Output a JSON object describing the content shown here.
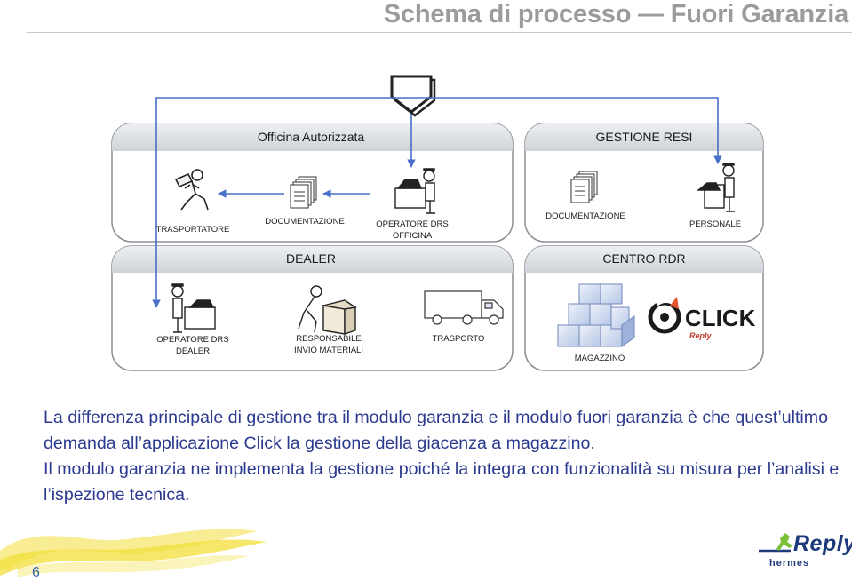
{
  "slide": {
    "title": "Schema di processo — Fuori Garanzia",
    "page_number": "6"
  },
  "diagram": {
    "panels": {
      "officina": "Officina Autorizzata",
      "gestione_resi": "GESTIONE RESI",
      "dealer": "DEALER",
      "centro_rdr": "CENTRO RDR"
    },
    "nodes": {
      "trasportatore": "TRASPORTATORE",
      "documentazione_officina": "DOCUMENTAZIONE",
      "operatore_officina_1": "OPERATORE DRS",
      "operatore_officina_2": "OFFICINA",
      "documentazione_resi": "DOCUMENTAZIONE",
      "personale": "PERSONALE",
      "operatore_dealer_1": "OPERATORE DRS",
      "operatore_dealer_2": "DEALER",
      "responsabile_1": "RESPONSABILE",
      "responsabile_2": "INVIO MATERIALI",
      "trasporto": "TRASPORTO",
      "magazzino": "MAGAZZINO"
    },
    "click_logo": {
      "text": "CLICK",
      "sub": "Reply"
    }
  },
  "body": {
    "line1": "La differenza principale di gestione tra il modulo garanzia e il modulo fuori garanzia è che quest’ultimo demanda all’applicazione Click la gestione della giacenza a magazzino.",
    "line2": "Il modulo garanzia ne implementa la gestione poiché la integra con funzionalità su misura per l’analisi e l’ispezione tecnica."
  },
  "logo": {
    "brand": "Reply",
    "sub": "hermes"
  },
  "colors": {
    "title": "#9b9b9b",
    "body_text": "#2b3a8f",
    "arrows": "#4a6fc9",
    "panel_header": "#d9dcdf",
    "swoosh": "#f3df3a",
    "logo_blue": "#1e3a7a",
    "logo_green": "#7bbf3a"
  }
}
